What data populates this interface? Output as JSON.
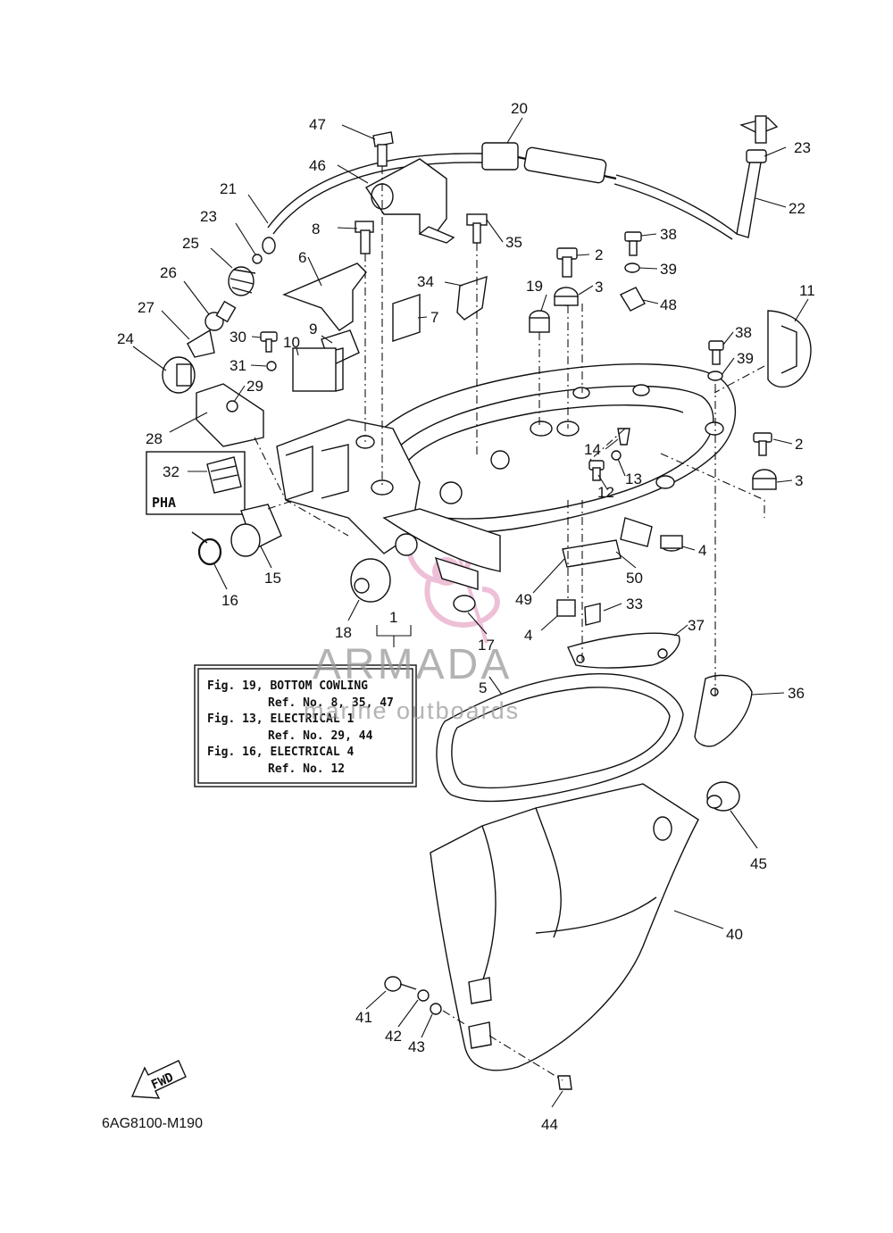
{
  "diagram": {
    "drawing_code": "6AG8100-M190",
    "fwd_label": "FWD",
    "pha_label": "PHA",
    "reference_box": {
      "lines": [
        "Fig. 19, BOTTOM COWLING",
        "Ref. No. 8, 35, 47",
        "Fig. 13, ELECTRICAL 1",
        "Ref. No. 29, 44",
        "Fig. 16, ELECTRICAL 4",
        "Ref. No. 12"
      ]
    },
    "watermark": {
      "brand": "ARMADA",
      "tagline": "marine outboards",
      "color": "#e8a6c8"
    },
    "callouts": [
      "47",
      "20",
      "23",
      "46",
      "21",
      "22",
      "23",
      "8",
      "35",
      "38",
      "2",
      "25",
      "6",
      "34",
      "39",
      "3",
      "19",
      "48",
      "26",
      "7",
      "27",
      "9",
      "30",
      "10",
      "11",
      "38",
      "24",
      "31",
      "29",
      "39",
      "28",
      "14",
      "2",
      "13",
      "32",
      "12",
      "3",
      "15",
      "4",
      "16",
      "50",
      "18",
      "49",
      "33",
      "1",
      "4",
      "37",
      "17",
      "5",
      "36",
      "45",
      "40",
      "41",
      "42",
      "43",
      "44"
    ]
  }
}
